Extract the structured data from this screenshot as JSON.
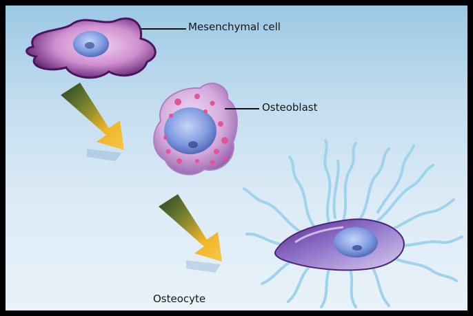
{
  "labels": {
    "mesenchymal": "Mesenchymal cell",
    "osteoblast": "Osteoblast",
    "osteocyte": "Osteocyte"
  },
  "colors": {
    "background_top": "#9cc8e4",
    "background_bottom": "#e9f2f9",
    "cell_purple": "#8a3c9e",
    "nucleus_blue": "#6f8ed8",
    "arrow_gold": "#f2b21c",
    "arrow_dark": "#1f3a18",
    "process_blue": "#9fd3ec",
    "frame": "#000000"
  }
}
